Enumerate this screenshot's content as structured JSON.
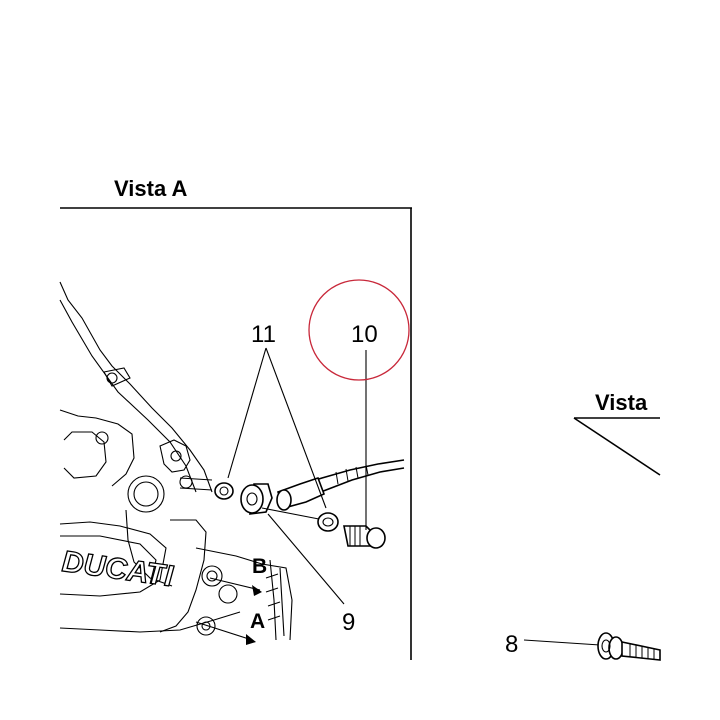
{
  "views": [
    {
      "id": "view-a",
      "title": "Vista A"
    },
    {
      "id": "view-partial",
      "title": "Vista"
    }
  ],
  "callouts": {
    "washers": "11",
    "screw": "10",
    "hose_fitting": "9",
    "bolt": "8"
  },
  "reference_letters": {
    "b": "B",
    "a": "A"
  },
  "engine_logo_text": "DUCATI",
  "highlight_color": "#c8283a"
}
